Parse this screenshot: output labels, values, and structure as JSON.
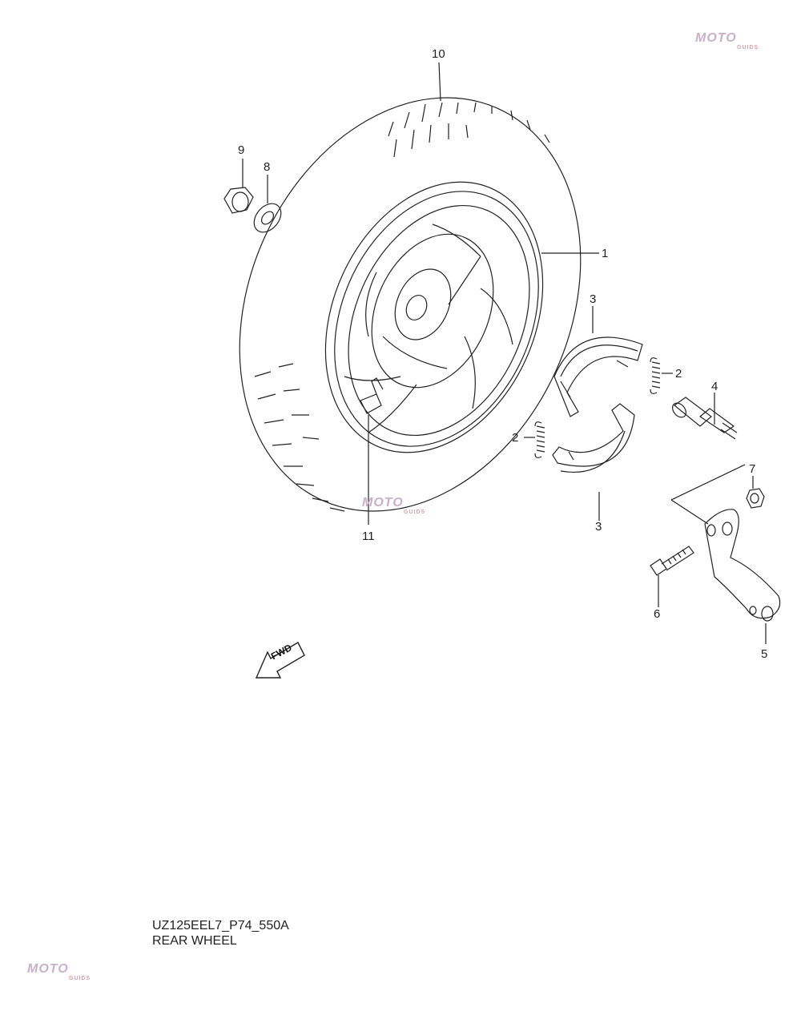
{
  "diagram": {
    "callouts": [
      {
        "id": "10",
        "label": "10"
      },
      {
        "id": "9",
        "label": "9"
      },
      {
        "id": "8",
        "label": "8"
      },
      {
        "id": "1",
        "label": "1"
      },
      {
        "id": "3a",
        "label": "3"
      },
      {
        "id": "2a",
        "label": "2"
      },
      {
        "id": "4",
        "label": "4"
      },
      {
        "id": "2b",
        "label": "2"
      },
      {
        "id": "7",
        "label": "7"
      },
      {
        "id": "3b",
        "label": "3"
      },
      {
        "id": "11",
        "label": "11"
      },
      {
        "id": "6",
        "label": "6"
      },
      {
        "id": "5",
        "label": "5"
      }
    ],
    "direction_label": "FWD",
    "caption_code": "UZ125EEL7_P74_550A",
    "caption_title": "REAR WHEEL",
    "watermark_text": "MOTO",
    "watermark_sub": "GUIDS"
  },
  "colors": {
    "line": "#222222",
    "watermark": "#c9b0c8"
  }
}
